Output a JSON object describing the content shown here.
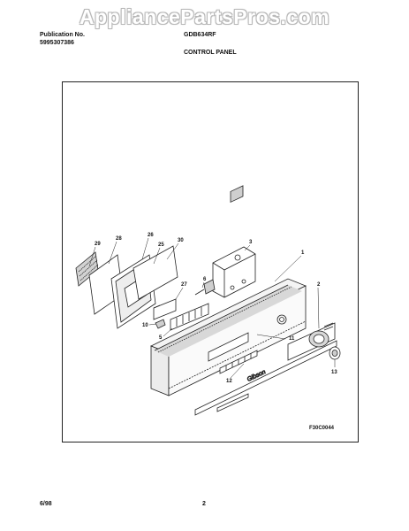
{
  "watermark": "AppliancePartsPros.com",
  "header": {
    "publication_label": "Publication No.",
    "publication_number": "5995307386",
    "model": "GDB634RF",
    "section_title": "CONTROL PANEL"
  },
  "diagram": {
    "drawing_id": "F30C0044",
    "callouts": {
      "c29": "29",
      "c28": "28",
      "c26": "26",
      "c25": "25",
      "c30": "30",
      "c3": "3",
      "c1": "1",
      "c27": "27",
      "c6": "6",
      "c10": "10",
      "c5": "5",
      "c2": "2",
      "c11": "11",
      "c12": "12",
      "c13": "13"
    },
    "panel_logo": "Gibson"
  },
  "footer": {
    "date": "6/98",
    "page": "2"
  }
}
